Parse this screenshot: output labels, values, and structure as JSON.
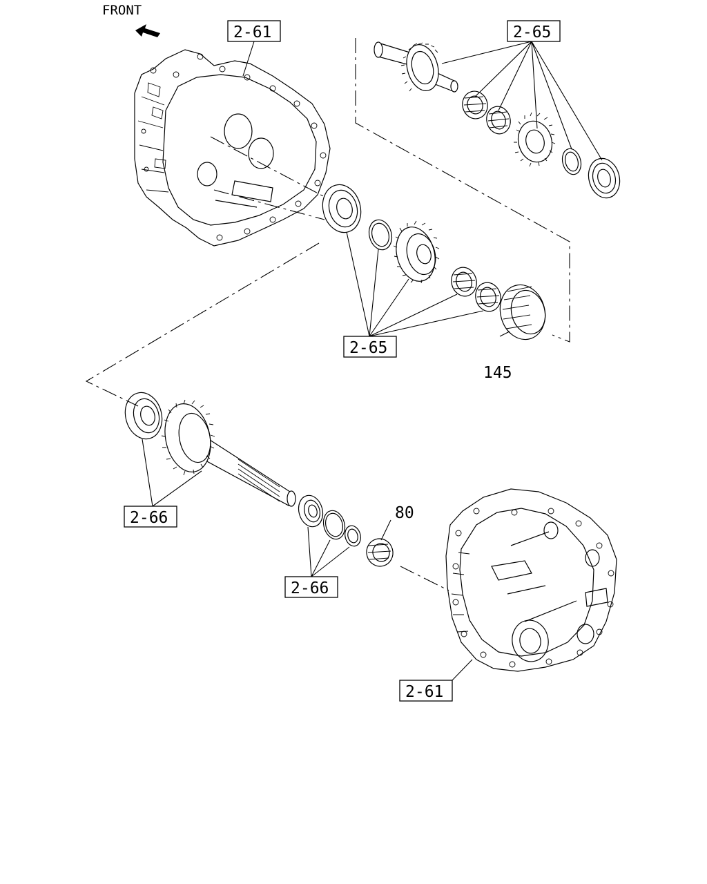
{
  "orientation": {
    "label": "FRONT"
  },
  "references": {
    "case_front": "2-61",
    "case_rear": "2-61",
    "countershaft_group": "2-65",
    "countershaft_group_lower": "2-65",
    "main_shaft_group": "2-66",
    "main_shaft_group_lower": "2-66"
  },
  "parts": {
    "sleeve": "145",
    "needle_bearing": "80"
  }
}
